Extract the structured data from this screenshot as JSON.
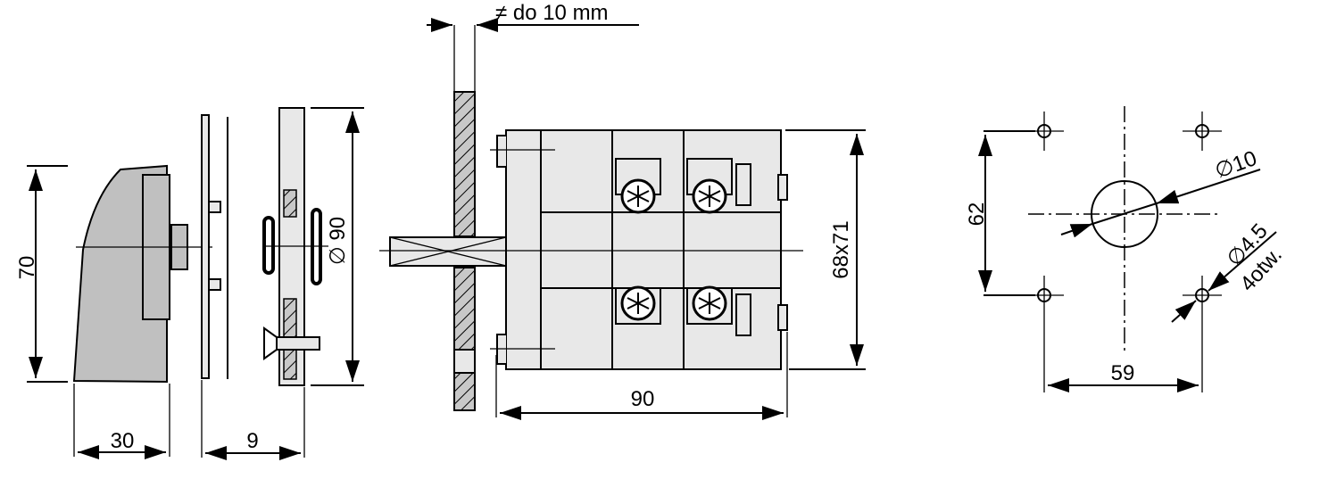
{
  "dimensions": {
    "handle_height": "70",
    "handle_depth": "30",
    "plate_depth": "9",
    "plate_diameter": "∅ 90",
    "panel_thickness": "≠ do 10 mm",
    "body_size": "68x71",
    "body_length": "90",
    "hole_vertical_spacing": "62",
    "hole_horizontal_spacing": "59",
    "center_hole": "∅10",
    "mount_hole": "∅4.5",
    "mount_hole_count": "4otw."
  }
}
